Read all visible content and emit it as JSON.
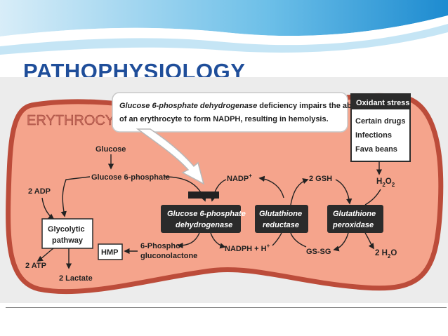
{
  "slide": {
    "title": "PATHOPHYSIOLOGY"
  },
  "diagram": {
    "cell_label": "ERYTHROCYTE",
    "callout": {
      "line1_enzyme": "Glucose 6-phosphate dehydrogenase",
      "line1_rest": " deficiency impairs the ability",
      "line2": "of an erythrocyte to form NADPH, resulting in hemolysis."
    },
    "oxidant_stress": {
      "title": "Oxidant stress",
      "items": [
        "Certain drugs",
        "Infections",
        "Fava beans"
      ]
    },
    "metabolites": {
      "glucose": "Glucose",
      "glucose_6_phosphate": "Glucose 6-phosphate",
      "adp": "2 ADP",
      "atp": "2 ATP",
      "lactate": "2 Lactate",
      "phosphogluconolactone_line1": "6-Phospho-",
      "phosphogluconolactone_line2": "gluconolactone",
      "nadp": "NADP",
      "nadp_sup": "+",
      "nadph": "NADPH + H",
      "nadph_sup": "+",
      "gsh": "2 GSH",
      "gssg": "GS-SG",
      "h2o2_main": "H",
      "h2o2_sub1": "2",
      "h2o2_mid": "O",
      "h2o2_sub2": "2",
      "h2o_main": "2 H",
      "h2o_sub": "2",
      "h2o_end": "O"
    },
    "pathways": {
      "glycolytic_line1": "Glycolytic",
      "glycolytic_line2": "pathway",
      "hmp": "HMP"
    },
    "enzymes": {
      "g6pd_line1": "Glucose 6-phosphate",
      "g6pd_line2": "dehydrogenase",
      "gr_line1": "Glutathione",
      "gr_line2": "reductase",
      "gp_line1": "Glutathione",
      "gp_line2": "peroxidase"
    },
    "colors": {
      "cell_fill": "#f5a48c",
      "cell_border": "#bc4c3a",
      "enzyme_box": "#2b2b2b",
      "title": "#1f4e9a"
    }
  }
}
